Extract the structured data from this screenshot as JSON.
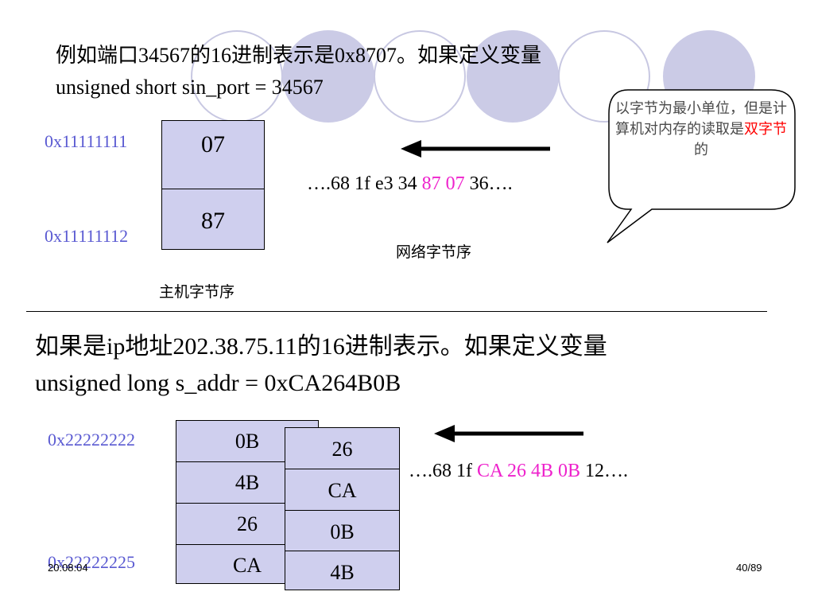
{
  "section1": {
    "line1": "例如端口34567的16进制表示是0x8707。如果定义变量",
    "line2": "unsigned short sin_port = 34567",
    "addr_top": "0x11111111",
    "addr_bottom": "0x11111112",
    "cells": [
      "07",
      "87"
    ],
    "stream_prefix": "….68 1f e3 34 ",
    "stream_highlight": "87 07",
    "stream_suffix": " 36….",
    "network_label": "网络字节序",
    "host_label": "主机字节序"
  },
  "callout": {
    "text_before": "以字节为最小单位，但是计算机对内存的读取是",
    "text_highlight": "双字节",
    "text_after": "的",
    "highlight_color": "#ff0000"
  },
  "section2": {
    "line1": "如果是ip地址202.38.75.11的16进制表示。如果定义变量",
    "line2": "unsigned long s_addr =  0xCA264B0B",
    "addr_top": "0x22222222",
    "addr_bottom": "0x22222225",
    "back_cells": [
      "0B",
      "4B",
      "26",
      "CA"
    ],
    "front_cells": [
      "26",
      "CA",
      "0B",
      "4B"
    ],
    "stream_prefix": "….68 1f ",
    "stream_highlight": "CA 26 4B 0B",
    "stream_suffix": " 12…."
  },
  "footer": {
    "time": "20:08:04",
    "page": "40/89"
  },
  "colors": {
    "address_text": "#5a5ad2",
    "highlight": "#ee22cc",
    "memory_fill": "#cfcfee",
    "decor_circle": "#cbcbe6"
  }
}
